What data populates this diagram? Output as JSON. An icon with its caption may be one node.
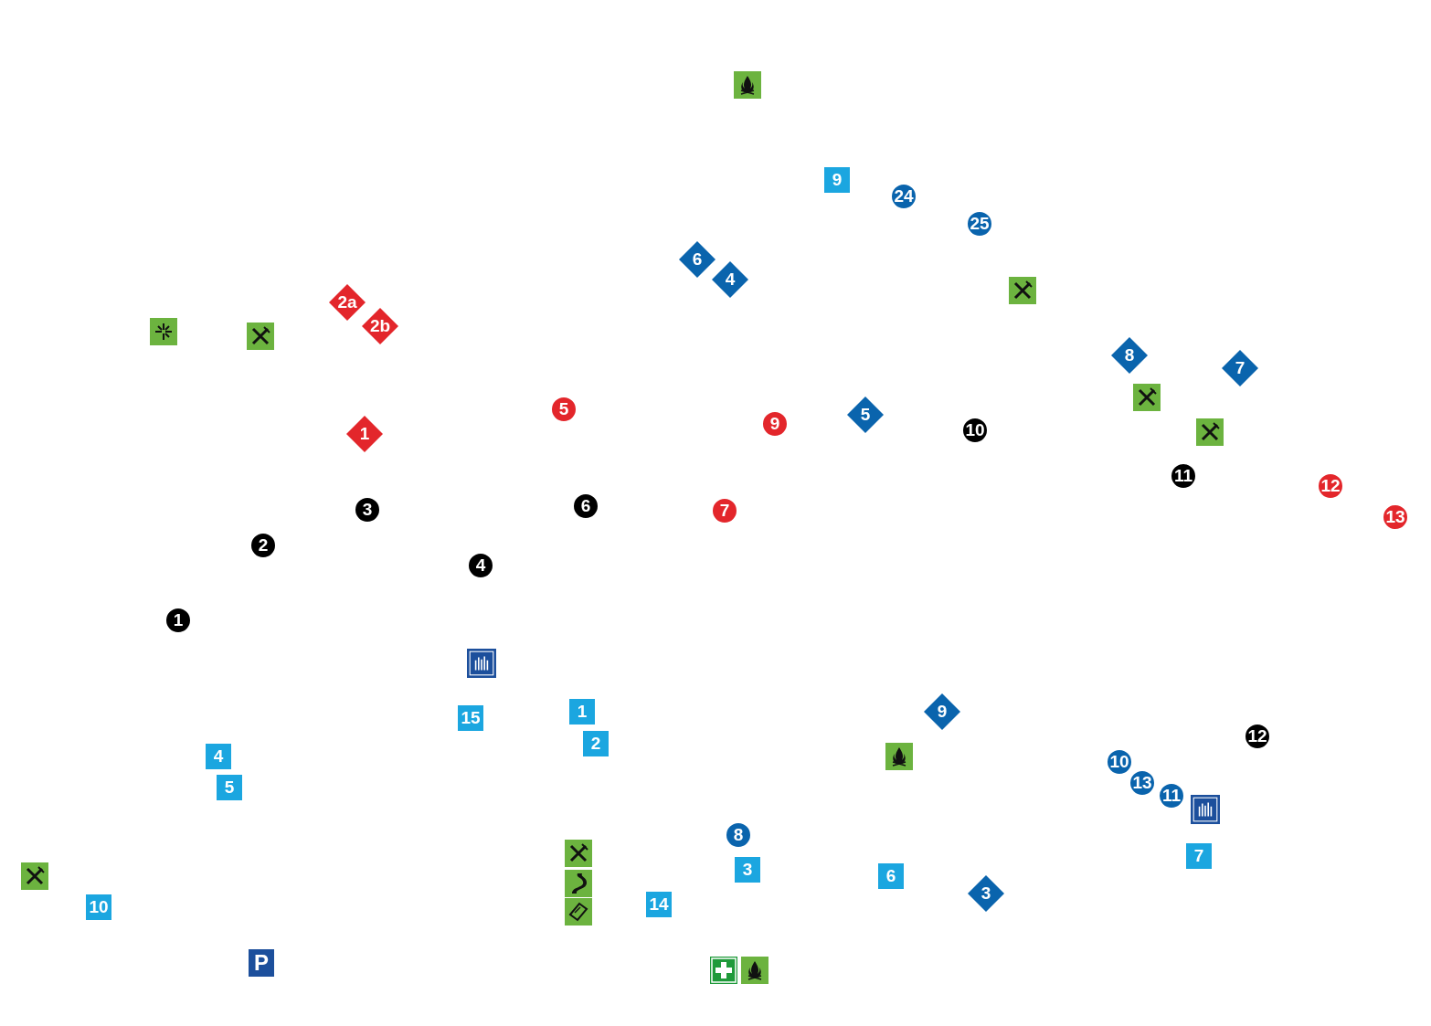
{
  "diagram": {
    "nodes": [
      {
        "text": [
          "9"
        ]
      },
      {
        "text": [
          "24"
        ]
      },
      {
        "text": [
          "25"
        ]
      },
      {
        "text": [
          "6"
        ]
      },
      {
        "text": [
          "4"
        ]
      },
      {
        "text": [
          "2a"
        ]
      },
      {
        "text": [
          "2b"
        ]
      },
      {
        "text": [
          "8"
        ]
      },
      {
        "text": [
          "7"
        ]
      },
      {
        "text": [
          "5"
        ]
      },
      {
        "text": [
          "5"
        ]
      },
      {
        "text": [
          "9"
        ]
      },
      {
        "text": [
          "10"
        ]
      },
      {
        "text": [
          "1"
        ]
      },
      {
        "text": [
          "11"
        ]
      },
      {
        "text": [
          "12"
        ]
      },
      {
        "text": [
          "6"
        ]
      },
      {
        "text": [
          "3"
        ]
      },
      {
        "text": [
          "7"
        ]
      },
      {
        "text": [
          "13"
        ]
      },
      {
        "text": [
          "2"
        ]
      },
      {
        "text": [
          "4"
        ]
      },
      {
        "text": [
          "1"
        ]
      },
      {
        "text": [
          "1"
        ]
      },
      {
        "text": [
          "9"
        ]
      },
      {
        "text": [
          "15"
        ]
      },
      {
        "text": [
          "12"
        ]
      },
      {
        "text": [
          "2"
        ]
      },
      {
        "text": [
          "4"
        ]
      },
      {
        "text": [
          "10"
        ]
      },
      {
        "text": [
          "13"
        ]
      },
      {
        "text": [
          "5"
        ]
      },
      {
        "text": [
          "11"
        ]
      },
      {
        "text": [
          "8"
        ]
      },
      {
        "text": [
          "7"
        ]
      },
      {
        "text": [
          "3"
        ]
      },
      {
        "text": [
          "6"
        ]
      },
      {
        "text": [
          "3"
        ]
      },
      {
        "text": [
          "14"
        ]
      },
      {
        "text": [
          "10"
        ]
      },
      {
        "text": [
          "P"
        ]
      }
    ]
  }
}
